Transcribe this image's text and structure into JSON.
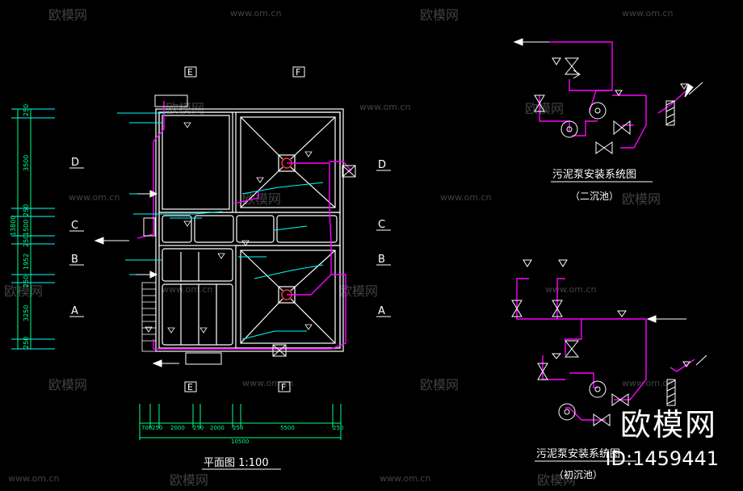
{
  "watermark": {
    "brand": "欧模网",
    "url": "www.om.cn"
  },
  "overlay": {
    "brand": "欧模网",
    "id_text": "ID:1459441"
  },
  "plan": {
    "title": "平面图 1:100",
    "row_labels": [
      "D",
      "C",
      "B",
      "A"
    ],
    "col_labels": [
      "E",
      "F"
    ],
    "left_dims": [
      "250",
      "3500",
      "250",
      "1500",
      "250",
      "1952",
      "250",
      "3250",
      "250"
    ],
    "left_total": "13800",
    "bottom_dims": [
      "700",
      "250",
      "2000",
      "250",
      "2000",
      "250",
      "5500",
      "250"
    ],
    "bottom_total": "10500"
  },
  "details": {
    "top": {
      "title": "污泥泵安装系统图",
      "subtitle": "（二沉池）"
    },
    "bottom": {
      "title": "污泥泵安装系统图",
      "subtitle": "（初沉池）"
    }
  },
  "colors": {
    "outline": "#ffffff",
    "pipe": "#ff00ff",
    "water": "#00ffff",
    "dimension": "#00ff88",
    "valve": "#ffffff",
    "pump_center": "#ff3333"
  }
}
